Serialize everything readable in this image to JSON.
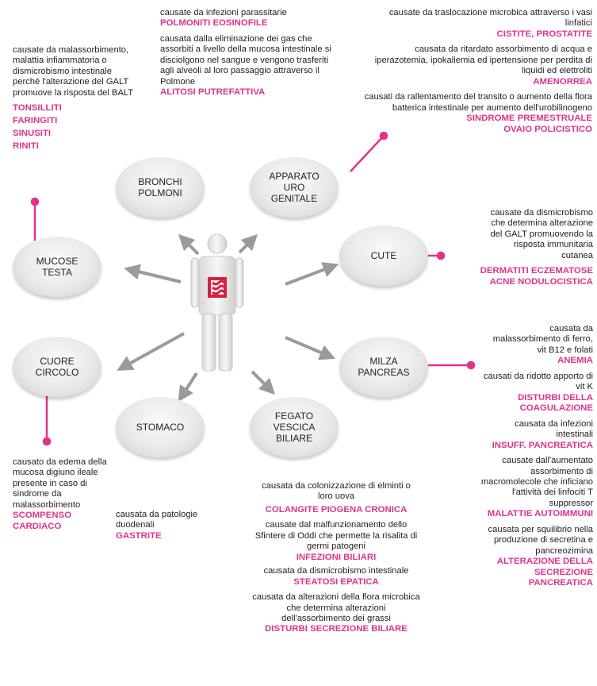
{
  "organs": {
    "bronchi": "BRONCHI\nPOLMONI",
    "apparato": "APPARATO\nURO\nGENITALE",
    "mucose": "MUCOSE\nTESTA",
    "cute": "CUTE",
    "cuore": "CUORE\nCIRCOLO",
    "milza": "MILZA\nPANCREAS",
    "stomaco": "STOMACO",
    "fegato": "FEGATO\nVESCICA\nBILIARE"
  },
  "top_center": {
    "d1": "causate da infezioni parassitarie",
    "t1": "POLMONITI EOSINOFILE",
    "d2": "causata dalla eliminazione dei gas che assorbiti a livello della mucosa intestinale si disciolgono nel sangue e vengono trasferiti agli alveoli al loro passaggio attraverso il Polmone",
    "t2": "ALITOSI PUTREFATTIVA"
  },
  "top_right": {
    "d1": "causate da traslocazione microbica attraverso i vasi linfatici",
    "t1": "CISTITE, PROSTATITE",
    "d2": "causata da ritardato assorbimento di acqua e iperazotemia, ipokaliemia ed ipertensione per perdita di liquidi ed elettroliti",
    "t2": "AMENORREA",
    "d3": "causati da rallentamento del transito o aumento della flora batterica intestinale per aumento dell'urobilinogeno",
    "t3": "SINDROME PREMESTRUALE",
    "t4": "OVAIO POLICISTICO"
  },
  "left_top": {
    "d1": "causate da malassorbimento, malattia infiammatoria o dismicrobismo intestinale perché l'alterazione del GALT promuove la risposta del BALT",
    "t1": "TONSILLITI",
    "t2": "FARINGITI",
    "t3": "SINUSITI",
    "t4": "RINITI"
  },
  "cute_text": {
    "d1": "causate da dismicrobismo che determina alterazione del GALT promuovendo la risposta immunitaria cutanea",
    "t1": "DERMATITI ECZEMATOSE",
    "t2": "ACNE NODULOCISTICA"
  },
  "milza_text": {
    "d1": "causata da malassorbimento di ferro, vit B12 e folati",
    "t1": "ANEMIA",
    "d2": "causati da ridotto apporto di vit K",
    "t2": "DISTURBI DELLA COAGULAZIONE",
    "d3": "causata da infezioni intestinali",
    "t3": "INSUFF. PANCREATICA",
    "d4": "causate dall'aumentato assorbimento di macromolecole che inficiano l'attività dei linfociti T suppressor",
    "t4": "MALATTIE AUTOIMMUNI",
    "d5": "causata per squilibrio nella produzione di secretina e pancreozimina",
    "t5": "ALTERAZIONE DELLA SECREZIONE PANCREATICA"
  },
  "cuore_text": {
    "d1": "causato da edema della mucosa digiuno ileale presente in caso di sindrome da malassorbimento",
    "t1": "SCOMPENSO CARDIACO"
  },
  "stomaco_text": {
    "d1": "causata da patologie duodenali",
    "t1": "GASTRITE"
  },
  "fegato_text": {
    "d1": "causata da colonizzazione di elminti o loro uova",
    "t1": "COLANGITE PIOGENA CRONICA",
    "d2": "causate dal malfunzionamento dello Sfintere di Oddi che permette la risalita di germi patogeni",
    "t2": "INFEZIONI BILIARI",
    "d3": "causata da dismicrobismo intestinale",
    "t3": "STEATOSI EPATICA",
    "d4": "causata da alterazioni della flora microbica che determina alterazioni dell'assorbimento dei grassi",
    "t4": "DISTURBI SECREZIONE BILIARE"
  },
  "colors": {
    "accent": "#e0338a",
    "arrow": "#9a9a9a",
    "disc": "#e4e4e4",
    "intestine": "#d81f3e"
  },
  "icons": {
    "center": "human-body-intestine-icon"
  }
}
